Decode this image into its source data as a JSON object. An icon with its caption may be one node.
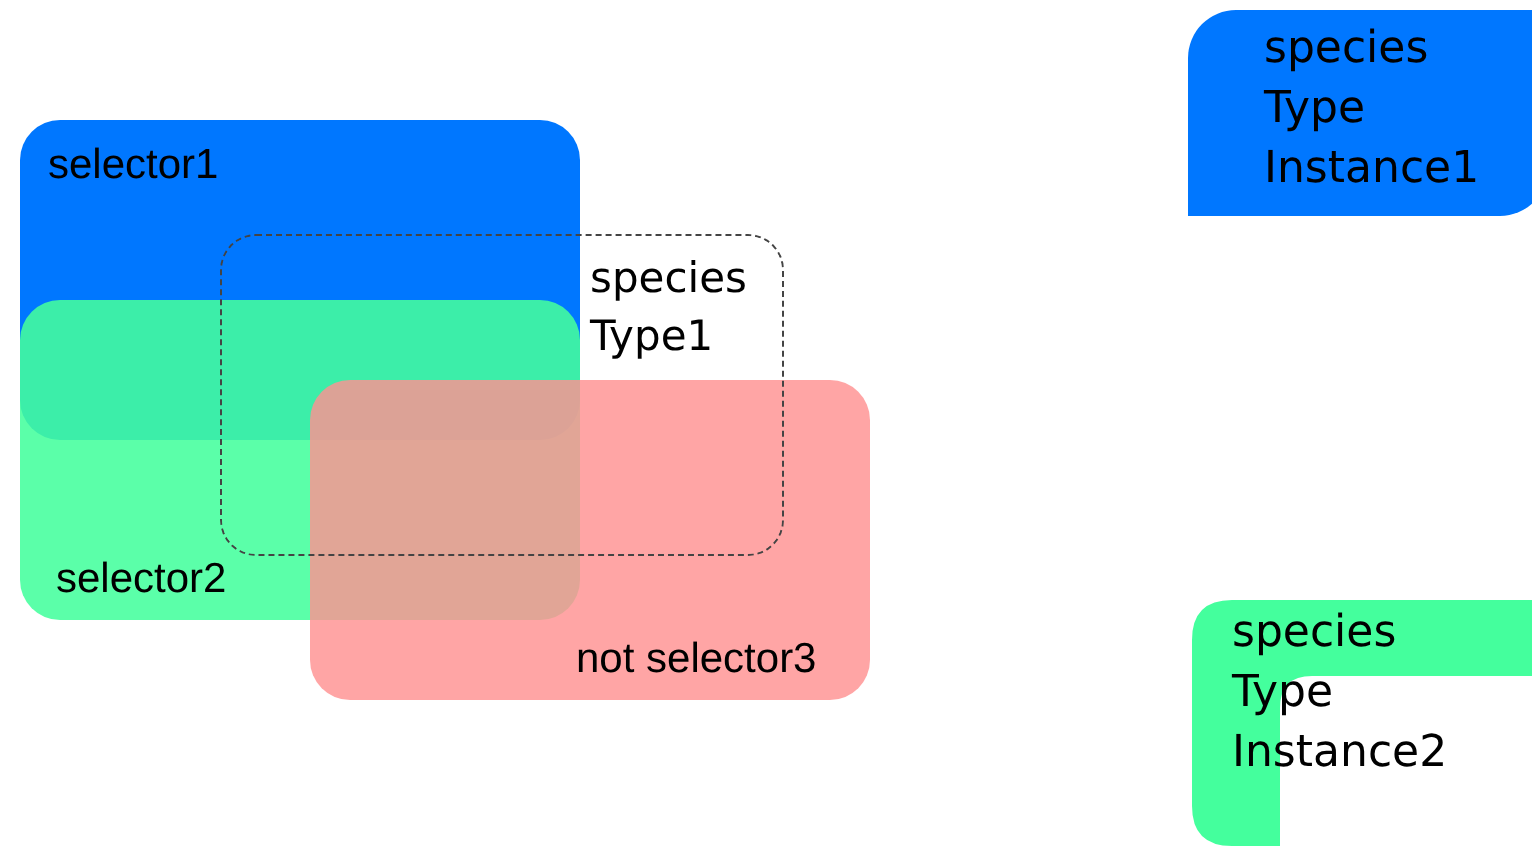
{
  "diagram": {
    "nodes": [
      {
        "text": [
          "selector1"
        ]
      },
      {
        "text": [
          "selector2"
        ]
      },
      {
        "text": [
          "not selector3"
        ]
      },
      {
        "text": [
          "species Type1"
        ]
      },
      {
        "text": [
          "species Type Instance1"
        ]
      },
      {
        "text": [
          "species Type Instance2"
        ]
      }
    ]
  }
}
